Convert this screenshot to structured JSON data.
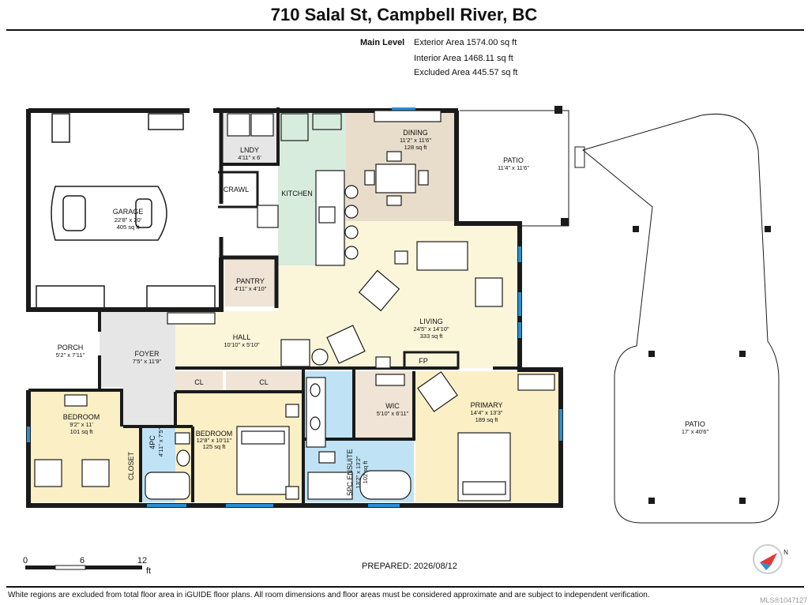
{
  "title": "710 Salal St, Campbell River, BC",
  "areas": {
    "level": "Main Level",
    "exterior": "Exterior Area 1574.00 sq ft",
    "interior": "Interior Area 1468.11 sq ft",
    "excluded": "Excluded Area 445.57 sq ft"
  },
  "rooms": {
    "garage": {
      "name": "GARAGE",
      "dim": "22'8\" x 20'",
      "area": "405 sq ft"
    },
    "lndy": {
      "name": "LNDY",
      "dim": "4'11\" x 6'"
    },
    "crawl": {
      "name": "CRAWL"
    },
    "kitchen": {
      "name": "KITCHEN"
    },
    "dining": {
      "name": "DINING",
      "dim": "11'2\" x 11'6\"",
      "area": "128 sq ft"
    },
    "patio1": {
      "name": "PATIO",
      "dim": "11'4\" x 11'6\""
    },
    "pantry": {
      "name": "PANTRY",
      "dim": "4'11\" x 4'10\""
    },
    "living": {
      "name": "LIVING",
      "dim": "24'5\" x 14'10\"",
      "area": "333 sq ft"
    },
    "hall": {
      "name": "HALL",
      "dim": "10'10\" x 5'10\""
    },
    "porch": {
      "name": "PORCH",
      "dim": "5'2\" x 7'11\""
    },
    "foyer": {
      "name": "FOYER",
      "dim": "7'5\" x 11'9\""
    },
    "fp": {
      "name": "FP"
    },
    "cl1": {
      "name": "CL"
    },
    "cl2": {
      "name": "CL"
    },
    "bedroom1": {
      "name": "BEDROOM",
      "dim": "9'2\" x 11'",
      "area": "101 sq ft"
    },
    "closet": {
      "name": "CLOSET"
    },
    "bath4": {
      "name": "4PC",
      "dim": "4'11\" x 7'5\""
    },
    "bedroom2": {
      "name": "BEDROOM",
      "dim": "12'8\" x 10'11\"",
      "area": "125 sq ft"
    },
    "ensuite": {
      "name": "5PC ENSUITE",
      "dim": "13'2\" x 13'2\"",
      "area": "102 sq ft"
    },
    "wic": {
      "name": "WIC",
      "dim": "5'10\" x 6'11\""
    },
    "primary": {
      "name": "PRIMARY",
      "dim": "14'4\" x 13'3\"",
      "area": "189 sq ft"
    },
    "patio2": {
      "name": "PATIO",
      "dim": "17' x 40'6\""
    }
  },
  "scale": {
    "t0": "0",
    "t6": "6",
    "t12": "12",
    "unit": "ft"
  },
  "compass": {
    "label": "N"
  },
  "prepared": "PREPARED: 2026/08/12",
  "footer": "White regions are excluded from total floor area in iGUIDE floor plans. All room dimensions and floor areas must be considered approximate and are subject to independent verification.",
  "mls": "MLS®1047127",
  "colors": {
    "wall": "#1a1a1a",
    "kitchen": "#d8ecde",
    "dining": "#e8dccb",
    "living": "#fbf6da",
    "bedroom": "#fbefc6",
    "bath": "#bfe3f5",
    "hall": "#e6e6e6",
    "wic": "#efe4d6",
    "window": "#2b8fd1"
  }
}
